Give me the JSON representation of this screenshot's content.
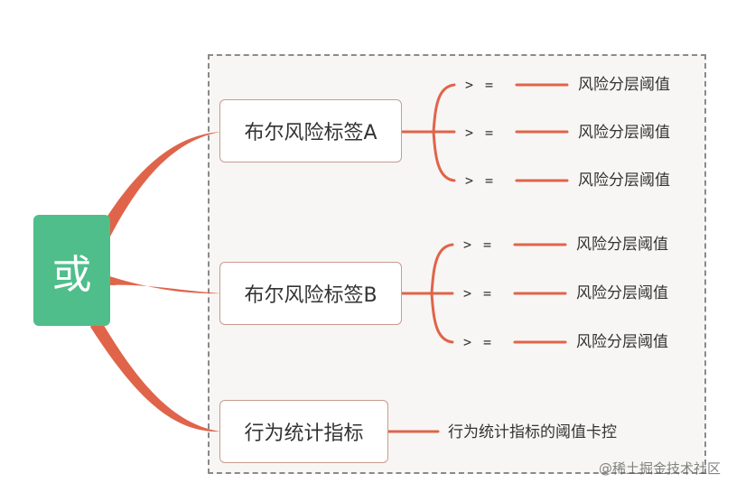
{
  "root": {
    "label": "或",
    "color": "#4fbe8a"
  },
  "connector_color": "#e0644a",
  "branches": [
    {
      "label": "布尔风险标签A",
      "children": [
        {
          "operator": "> =",
          "value": "风险分层阈值"
        },
        {
          "operator": "> =",
          "value": "风险分层阈值"
        },
        {
          "operator": "> =",
          "value": "风险分层阈值"
        }
      ]
    },
    {
      "label": "布尔风险标签B",
      "children": [
        {
          "operator": "> =",
          "value": "风险分层阈值"
        },
        {
          "operator": "> =",
          "value": "风险分层阈值"
        },
        {
          "operator": "> =",
          "value": "风险分层阈值"
        }
      ]
    },
    {
      "label": "行为统计指标",
      "children": [
        {
          "value": "行为统计指标的阈值卡控"
        }
      ]
    }
  ],
  "watermark": "@稀土掘金技术社区"
}
